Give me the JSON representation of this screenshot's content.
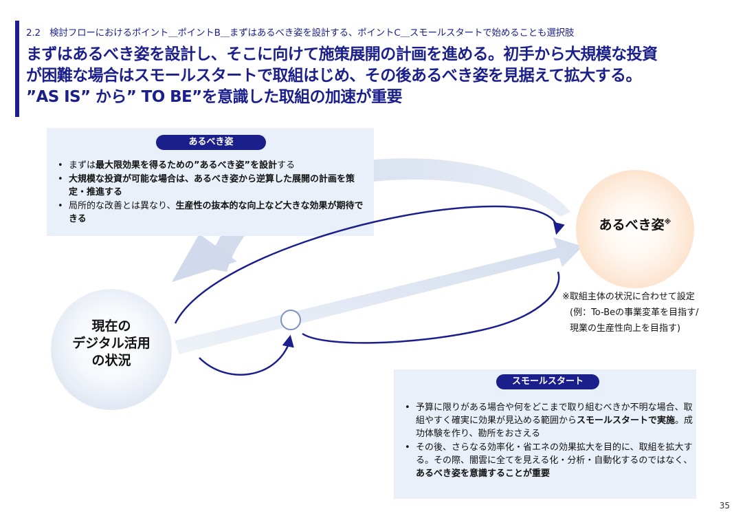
{
  "breadcrumb": "2.2　検討フローにおけるポイント＿ポイントB＿まずはあるべき姿を設計する、ポイントC＿スモールスタートで始めることも選択肢",
  "headline": {
    "line1": "まずはあるべき姿を設計し、そこに向けて施策展開の計画を進める。初手から大規模な投資",
    "line2": "が困難な場合はスモールスタートで取組はじめ、その後あるべき姿を見据えて拡大する。",
    "line3": "”AS IS” から” TO BE”を意識した取組の加速が重要"
  },
  "ideal_box": {
    "pill": "あるべき姿",
    "bullet1": {
      "pre": "まずは",
      "bold": "最大限効果を得るための”あるべき姿”を設計",
      "post": "する"
    },
    "bullet2": {
      "bold": "大規模な投資が可能な場合は、あるべき姿から逆算した展開の計画を策定・推進する"
    },
    "bullet3": {
      "pre": "局所的な改善とは異なり、",
      "bold": "生産性の抜本的な向上など大きな効果が期待できる"
    }
  },
  "small_box": {
    "pill": "スモールスタート",
    "bullet1": {
      "pre": "予算に限りがある場合や何をどこまで取り組むべきか不明な場合、取組やすく確実に効果が見込める範囲から",
      "bold": "スモールスタートで実施",
      "post": "。成功体験を作り、勘所をおさえる"
    },
    "bullet2": {
      "pre": "その後、さらなる効率化・省エネの効果拡大を目的に、取組を拡大する。その際、闇雲に全てを見える化・分析・自動化するのではなく、",
      "bold": "あるべき姿を意識することが重要"
    }
  },
  "current_circle": {
    "line1": "現在の",
    "line2": "デジタル活用",
    "line3": "の状況"
  },
  "ideal_circle": {
    "label": "あるべき姿",
    "mark": "※"
  },
  "note": {
    "line1": "※取組主体の状況に合わせて設定",
    "line2": "(例：To-Beの事業変革を目指す/",
    "line3": "現業の生産性向上を目指す)"
  },
  "page_number": "35",
  "colors": {
    "accent": "#1a1f8c",
    "box_bg": "#e9f0f9",
    "arrow_light": "#dde5f2",
    "ellipse": "#1a1f8c"
  }
}
